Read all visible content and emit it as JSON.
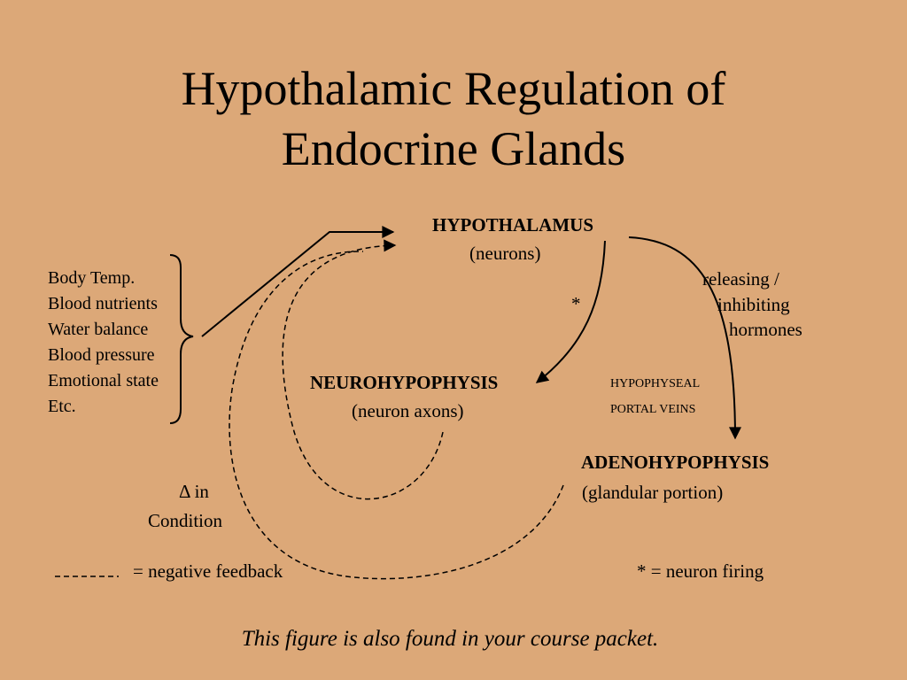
{
  "title": {
    "line1": "Hypothalamic Regulation of",
    "line2": "Endocrine Glands"
  },
  "nodes": {
    "hypothalamus": {
      "label": "HYPOTHALAMUS",
      "sub": "(neurons)"
    },
    "neurohypophysis": {
      "label": "NEUROHYPOPHYSIS",
      "sub": "(neuron axons)"
    },
    "adenohypophysis": {
      "label": "ADENOHYPOPHYSIS",
      "sub": "(glandular portion)"
    }
  },
  "stimuli": [
    "Body Temp.",
    "Blood nutrients",
    "Water balance",
    "Blood pressure",
    "Emotional state",
    "Etc."
  ],
  "labels": {
    "releasing": [
      "releasing /",
      "inhibiting",
      "hormones"
    ],
    "portal": [
      "HYPOPHYSEAL",
      "PORTAL VEINS"
    ],
    "star": "*",
    "delta": "Δ in",
    "condition": "Condition"
  },
  "legend": {
    "dash_symbol": "______",
    "neg_feedback": "= negative feedback",
    "neuron_firing": "*  = neuron firing"
  },
  "caption": "This figure is also found in your course packet."
}
